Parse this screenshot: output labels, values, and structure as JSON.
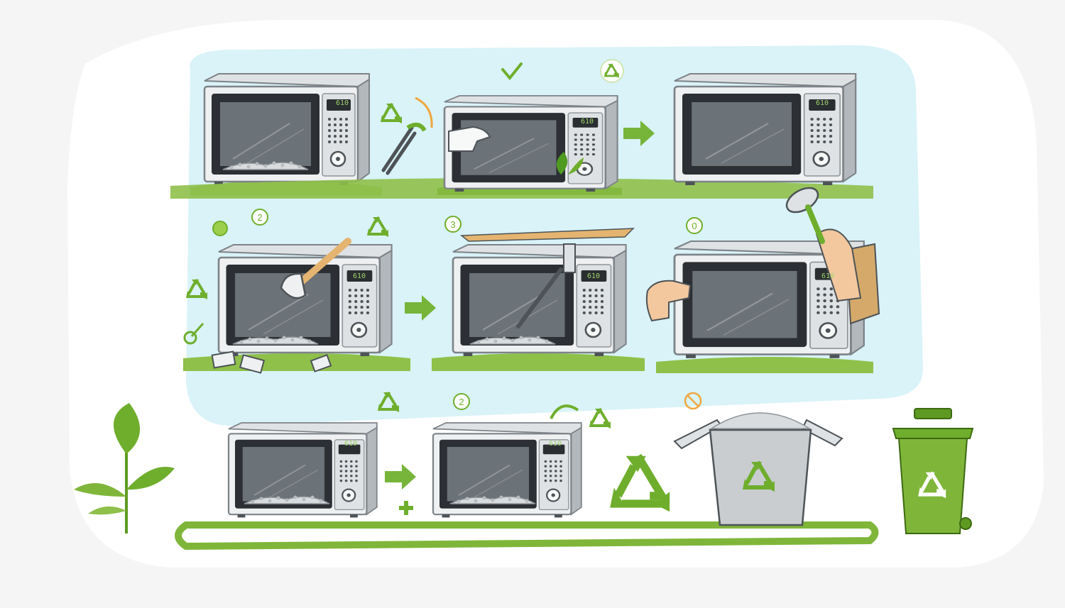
{
  "colors": {
    "page_bg": "#f4f5f4",
    "card_bg": "#ffffff",
    "panel_bg": "#d9f3f8",
    "grass": "#7fb63a",
    "grass_dark": "#5e9a22",
    "accent": "#6fae2d",
    "metal_light": "#eef0f1",
    "metal_mid": "#c9cdd0",
    "metal_dark": "#8e9499",
    "window_dark": "#2c3034",
    "window_glass": "#6b7278",
    "bin_green": "#6fae2d",
    "skin": "#f3c89e",
    "wood": "#e4b470",
    "arrow_orange": "#f0a640"
  },
  "displays": {
    "step1": "610",
    "step2": "610",
    "step3": "610",
    "step4": "610",
    "step5": "610",
    "step6": "610",
    "step7": "610",
    "step8": "610"
  },
  "markers": {
    "m1": "2",
    "m2": "3",
    "m3": "0",
    "m4": "2"
  },
  "icons": {
    "recycle": "recycle-icon",
    "check": "check-icon",
    "arrow": "arrow-right-icon",
    "leaf": "leaf-icon",
    "bin": "recycling-bin-icon",
    "hand": "hand-icon",
    "hammer": "hammer-icon",
    "pliers": "pliers-icon"
  }
}
